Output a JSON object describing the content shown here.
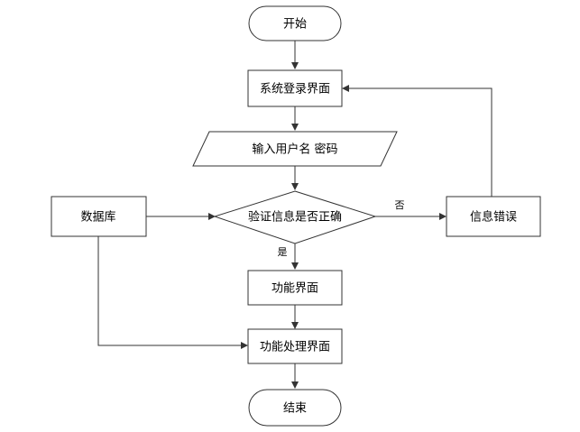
{
  "diagram": {
    "nodes": {
      "start": "开始",
      "login": "系统登录界面",
      "input": "输入用户名 密码",
      "verify": "验证信息是否正确",
      "database": "数据库",
      "error": "信息错误",
      "function": "功能界面",
      "process": "功能处理界面",
      "end": "结束"
    },
    "edge_labels": {
      "no": "否",
      "yes": "是"
    }
  }
}
